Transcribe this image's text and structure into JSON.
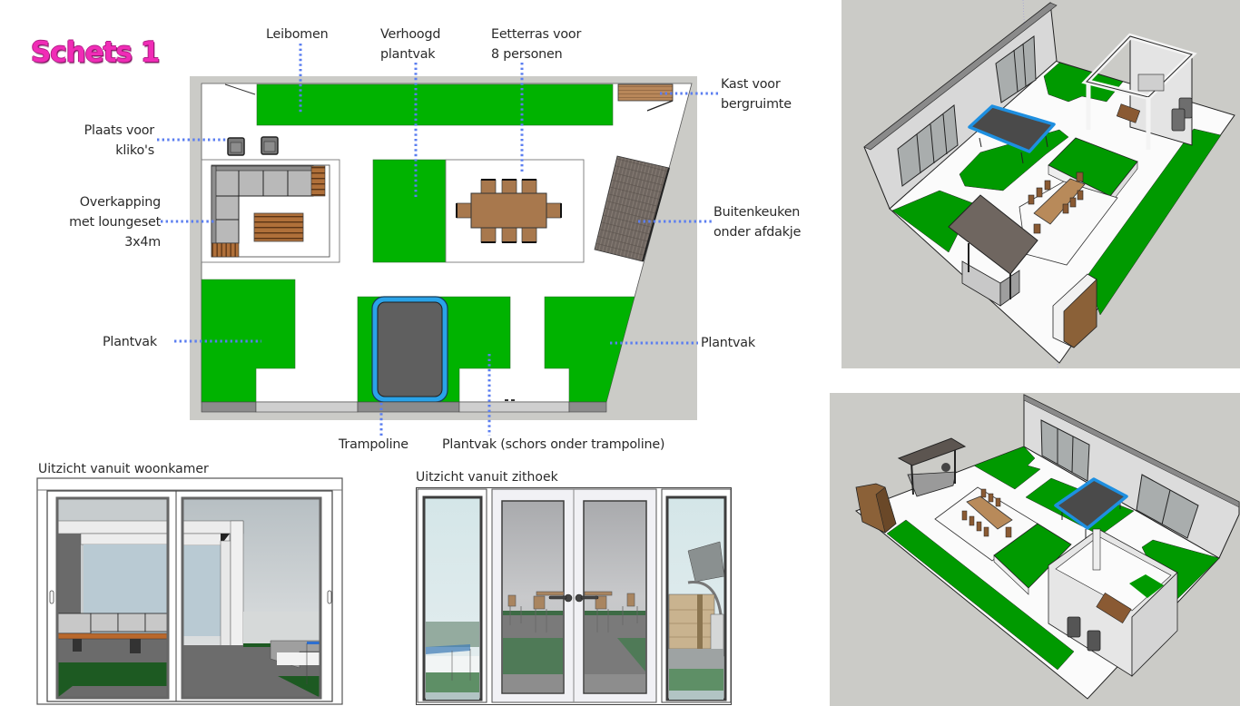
{
  "title": "Schets 1",
  "colors": {
    "title_magenta": "#f02cb6",
    "lawn_green": "#00b300",
    "render_green": "#009a00",
    "leader_blue": "#5b7ef0",
    "trampoline_blue": "#2aa3e8",
    "wood_brown": "#b07a4a",
    "render_background": "#cbcbc7"
  },
  "plan": {
    "labels": {
      "leibomen": "Leibomen",
      "verhoogd": [
        "Verhoogd",
        "plantvak"
      ],
      "eetterras": [
        "Eetterras voor",
        "8 personen"
      ],
      "kast": [
        "Kast voor",
        "bergruimte"
      ],
      "kliko": [
        "Plaats voor",
        "kliko's"
      ],
      "overkapping": [
        "Overkapping",
        "met loungeset",
        "3x4m"
      ],
      "buitenkeuken": [
        "Buitenkeuken",
        "onder afdakje"
      ],
      "plantvak_left": "Plantvak",
      "plantvak_right": "Plantvak",
      "trampoline": "Trampoline",
      "plantvak_schors": "Plantvak (schors onder trampoline)"
    },
    "elements": {
      "chairs_count": 8,
      "bins_count": 2
    }
  },
  "views": [
    {
      "id": "woonkamer",
      "title": "Uitzicht vanuit woonkamer"
    },
    {
      "id": "zithoek",
      "title": "Uitzicht vanuit zithoek"
    }
  ],
  "renders": [
    {
      "id": "render-top",
      "description": "3D perspective view 1"
    },
    {
      "id": "render-bottom",
      "description": "3D perspective view 2"
    }
  ]
}
